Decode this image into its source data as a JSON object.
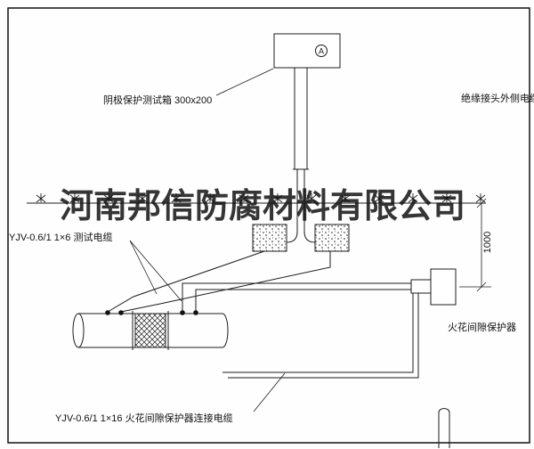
{
  "watermark": "河南邦信防腐材料有限公司",
  "meter_symbol": "A",
  "labels": {
    "test_box": "阴极保护测试箱 300x200",
    "outer_cable": "绝缘接头外侧电缆",
    "test_cable": "YJV-0.6/1  1×6  测试电缆",
    "spark_gap": "火花间隙保护器",
    "connect_cable": "YJV-0.6/1  1×16  火花间隙保护器连接电缆",
    "dimension": "1000"
  },
  "colors": {
    "line": "#1c1c1c",
    "background": "#fefefe",
    "watermark": "rgba(18,18,18,0.85)"
  }
}
